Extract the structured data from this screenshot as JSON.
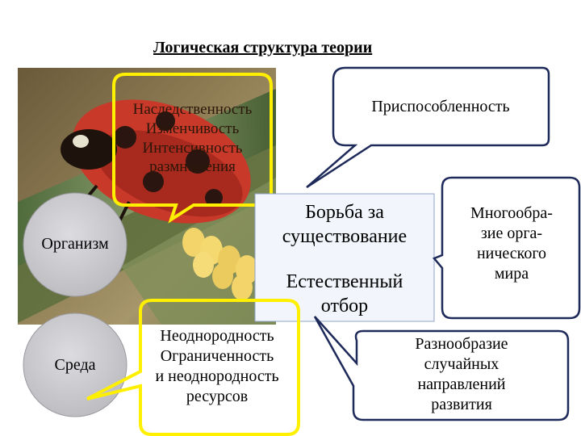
{
  "title": "Логическая структура теории",
  "photo_callout": {
    "lines": [
      "Наследственность",
      "Изменчивость",
      "Интенсивность",
      "размножения"
    ]
  },
  "adaptation_callout": {
    "label": "Приспособленность"
  },
  "center": {
    "struggle": [
      "Борьба за",
      "существование"
    ],
    "selection": [
      "Естественный",
      "отбор"
    ]
  },
  "diversity_callout": {
    "lines": [
      "Многообра-",
      "зие орга-",
      "нического",
      "мира"
    ]
  },
  "heterogeneity_callout": {
    "lines": [
      "Неоднородность",
      "Ограниченность",
      "и неоднородность",
      "ресурсов"
    ]
  },
  "variation_callout": {
    "lines": [
      "Разнообразие",
      "случайных",
      "направлений",
      "развития"
    ]
  },
  "circles": {
    "organism": "Организм",
    "environment": "Среда"
  },
  "colors": {
    "yellow_border": "#ffef00",
    "dark_border": "#1e2a5a",
    "circle_fill": "#cfcfd3"
  }
}
